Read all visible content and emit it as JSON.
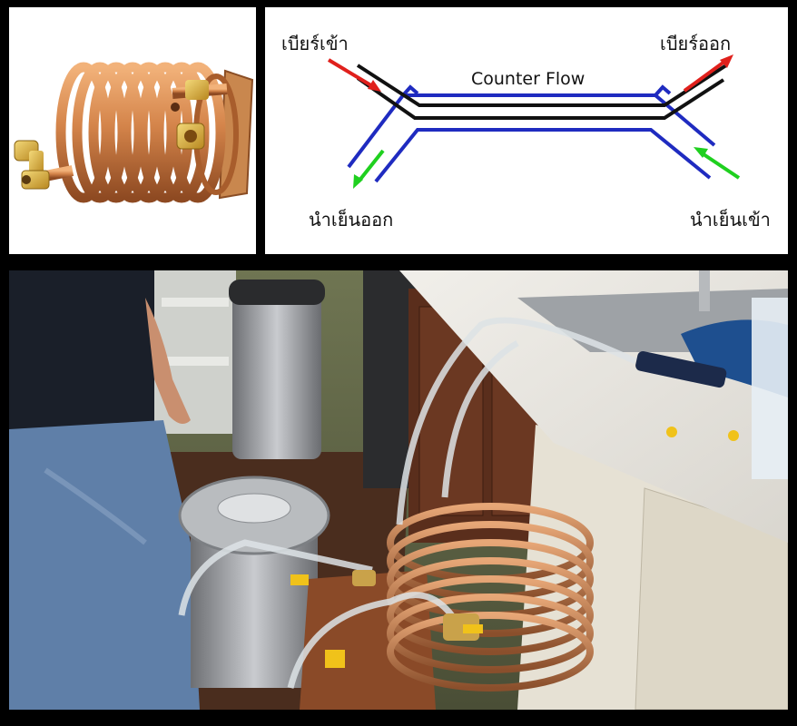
{
  "diagram": {
    "title": "Counter Flow",
    "beer_in": "เบียร์เข้า",
    "beer_out": "เบียร์ออก",
    "water_out": "นำเย็นออก",
    "water_in": "นำเย็นเข้า",
    "colors": {
      "beer_pipe": "#111111",
      "water_pipe": "#1f2bc0",
      "beer_arrow": "#e0201c",
      "water_arrow": "#1fd01f"
    }
  }
}
